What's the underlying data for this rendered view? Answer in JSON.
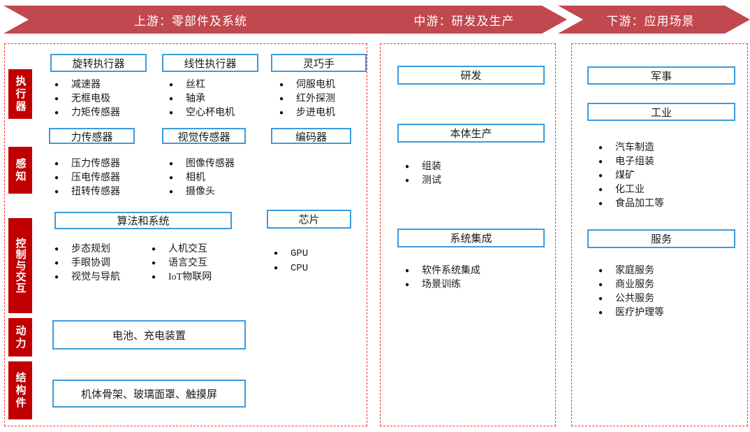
{
  "stages": [
    {
      "label": "上游：零部件及系统"
    },
    {
      "label": "中游：研发及生产"
    },
    {
      "label": "下游：应用场景"
    }
  ],
  "upstream": {
    "categories": {
      "actuator": "执行器",
      "perception": "感知",
      "control_interaction": "控制与交互",
      "power": "动力",
      "structure": "结构件"
    },
    "rotary": {
      "title": "旋转执行器",
      "items": [
        "减速器",
        "无框电极",
        "力矩传感器"
      ]
    },
    "linear": {
      "title": "线性执行器",
      "items": [
        "丝杠",
        "轴承",
        "空心杯电机"
      ]
    },
    "hand": {
      "title": "灵巧手",
      "items": [
        "伺服电机",
        "红外探测",
        "步进电机"
      ]
    },
    "force": {
      "title": "力传感器",
      "items": [
        "压力传感器",
        "压电传感器",
        "扭转传感器"
      ]
    },
    "vision": {
      "title": "视觉传感器",
      "items": [
        "图像传感器",
        "相机",
        "摄像头"
      ]
    },
    "encoder": {
      "title": "编码器",
      "items": []
    },
    "algo": {
      "title": "算法和系统",
      "items_left": [
        "步态规划",
        "手眼协调",
        "视觉与导航"
      ],
      "items_right": [
        "人机交互",
        "语言交互",
        "IoT物联网"
      ]
    },
    "chip": {
      "title": "芯片",
      "items": [
        "GPU",
        "CPU"
      ]
    },
    "power": {
      "title": "电池、充电装置"
    },
    "structure": {
      "title": "机体骨架、玻璃面罩、触摸屏"
    }
  },
  "midstream": {
    "rd": {
      "title": "研发",
      "items": []
    },
    "production": {
      "title": "本体生产",
      "items": [
        "组装",
        "测试"
      ]
    },
    "integration": {
      "title": "系统集成",
      "items": [
        "软件系统集成",
        "场景训练"
      ]
    }
  },
  "downstream": {
    "military": {
      "title": "军事",
      "items": []
    },
    "industry": {
      "title": "工业",
      "items": [
        "汽车制造",
        "电子组装",
        "煤矿",
        "化工业",
        "食品加工等"
      ]
    },
    "service": {
      "title": "服务",
      "items": [
        "家庭服务",
        "商业服务",
        "公共服务",
        "医疗护理等"
      ]
    }
  },
  "colors": {
    "arrow_red": "#C1484E",
    "category_red": "#C00000",
    "border_red": "#FF2B2B",
    "box_blue": "#3E9BDB",
    "text_dark": "#1A1A1A"
  }
}
